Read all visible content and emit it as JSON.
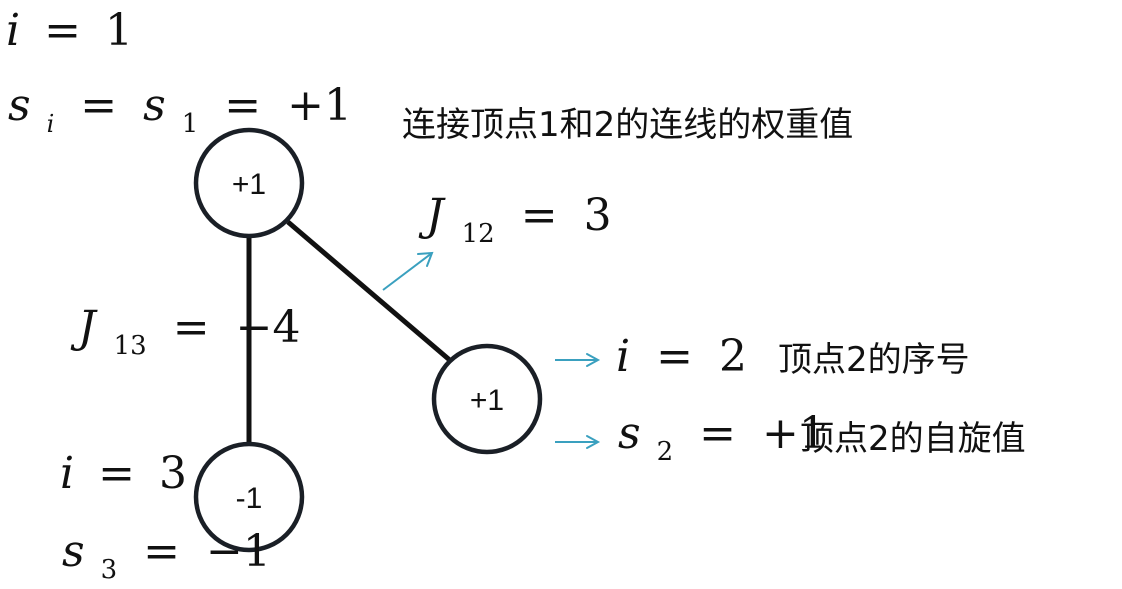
{
  "nodes": [
    {
      "id": "1",
      "label": "+1"
    },
    {
      "id": "2",
      "label": "+1"
    },
    {
      "id": "3",
      "label": "-1"
    }
  ],
  "edges": [
    {
      "from": "1",
      "to": "2",
      "weight_symbol": "J",
      "weight_sub": "12",
      "weight_value": "3"
    },
    {
      "from": "1",
      "to": "3",
      "weight_symbol": "J",
      "weight_sub": "13",
      "weight_value": "−4"
    }
  ],
  "annotations": {
    "node1_index": {
      "var": "i",
      "rel": "=",
      "value": "1"
    },
    "node1_spin": {
      "var": "s",
      "sub1": "i",
      "rel1": "=",
      "var2": "s",
      "sub2": "1",
      "rel2": "=",
      "value": "+1"
    },
    "node2_index": {
      "var": "i",
      "rel": "=",
      "value": "2"
    },
    "node2_spin": {
      "var": "s",
      "sub": "2",
      "rel": "=",
      "value": "+1"
    },
    "node3_index": {
      "var": "i",
      "rel": "=",
      "value": "3"
    },
    "node3_spin": {
      "var": "s",
      "sub": "3",
      "rel": "=",
      "value": "−1"
    }
  },
  "captions": {
    "edge_weight": "连接顶点1和2的连线的权重值",
    "node_index": "顶点2的序号",
    "node_spin": "顶点2的自旋值"
  },
  "colors": {
    "pointer": "#3aa0bf",
    "stroke": "#111111"
  }
}
